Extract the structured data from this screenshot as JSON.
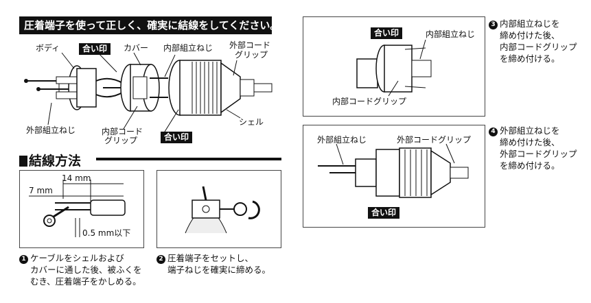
{
  "banner": "圧着端子を使って正しく、確実に結線をしてください。",
  "main_diagram": {
    "body": "ボディ",
    "match_top": "合い印",
    "cover": "カバー",
    "internal_screw": "内部組立ねじ",
    "external_grip_l1": "外部コード",
    "external_grip_l2": "グリップ",
    "external_screw": "外部組立ねじ",
    "internal_grip_l1": "内部コード",
    "internal_grip_l2": "グリップ",
    "match_bottom": "合い印",
    "shell": "シェル"
  },
  "section_title": "結線方法",
  "wiring": {
    "dim_14": "14 mm",
    "dim_7": "7 mm",
    "dim_05": "0.5 mm以下"
  },
  "steps": {
    "s1": {
      "num": "1",
      "l1": "ケーブルをシェルおよび",
      "l2": "カバーに通した後、被ふくを",
      "l3": "むき、圧着端子をかしめる。"
    },
    "s2": {
      "num": "2",
      "l1": "圧着端子をセットし、",
      "l2": "端子ねじを確実に締める。"
    },
    "s3": {
      "num": "3",
      "l1": "内部組立ねじを",
      "l2": "締め付けた後、",
      "l3": "内部コードグリップ",
      "l4": "を締め付ける。"
    },
    "s4": {
      "num": "4",
      "l1": "外部組立ねじを",
      "l2": "締め付けた後、",
      "l3": "外部コードグリップ",
      "l4": "を締め付ける。"
    }
  },
  "box3": {
    "match": "合い印",
    "internal_screw": "内部組立ねじ",
    "internal_grip": "内部コードグリップ"
  },
  "box4": {
    "external_screw": "外部組立ねじ",
    "external_grip": "外部コードグリップ",
    "match": "合い印"
  }
}
